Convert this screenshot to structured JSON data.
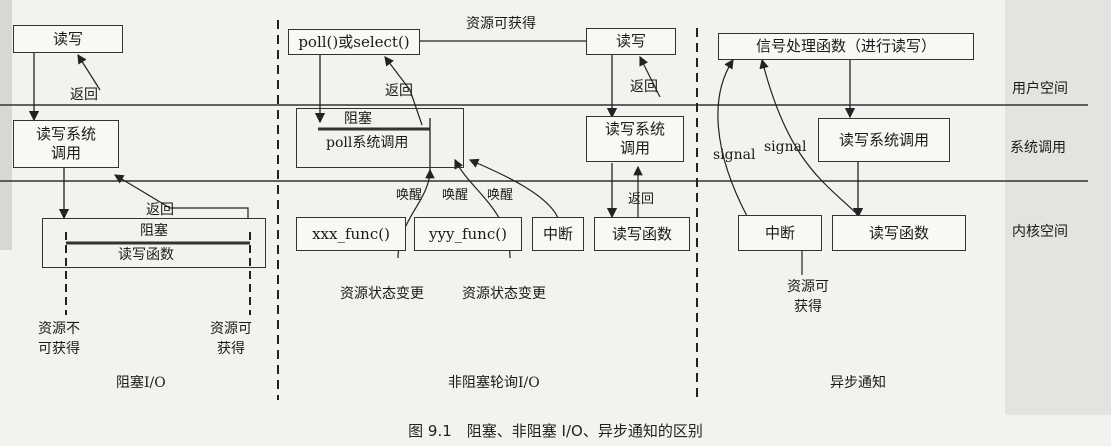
{
  "caption": "图 9.1　阻塞、非阻塞 I/O、异步通知的区别",
  "layers": {
    "user": "用户空间",
    "syscall": "系统调用",
    "kernel": "内核空间"
  },
  "blocking": {
    "title": "阻塞I/O",
    "read_write": "读写",
    "syscall_box": "读写系统\n调用",
    "block_label": "阻塞",
    "rw_function": "读写函数",
    "return_1": "返回",
    "return_2": "返回",
    "res_unavailable": "资源不\n可获得",
    "res_available": "资源可\n获得"
  },
  "nonblocking": {
    "title": "非阻塞轮询I/O",
    "poll_box": "poll()或select()",
    "res_available_top": "资源可获得",
    "read_write": "读写",
    "return_1": "返回",
    "return_2": "返回",
    "return_3": "返回",
    "block_label": "阻塞",
    "poll_syscall": "poll系统调用",
    "rw_syscall": "读写系统\n调用",
    "wake_1": "唤醒",
    "wake_2": "唤醒",
    "wake_3": "唤醒",
    "xxx_func": "xxx_func()",
    "yyy_func": "yyy_func()",
    "interrupt": "中断",
    "rw_function": "读写函数",
    "state_change_1": "资源状态变更",
    "state_change_2": "资源状态变更"
  },
  "async": {
    "title": "异步通知",
    "handler": "信号处理函数（进行读写）",
    "signal_1": "signal",
    "signal_2": "signal",
    "rw_syscall": "读写系统调用",
    "interrupt": "中断",
    "rw_function": "读写函数",
    "res_available": "资源可\n获得"
  }
}
